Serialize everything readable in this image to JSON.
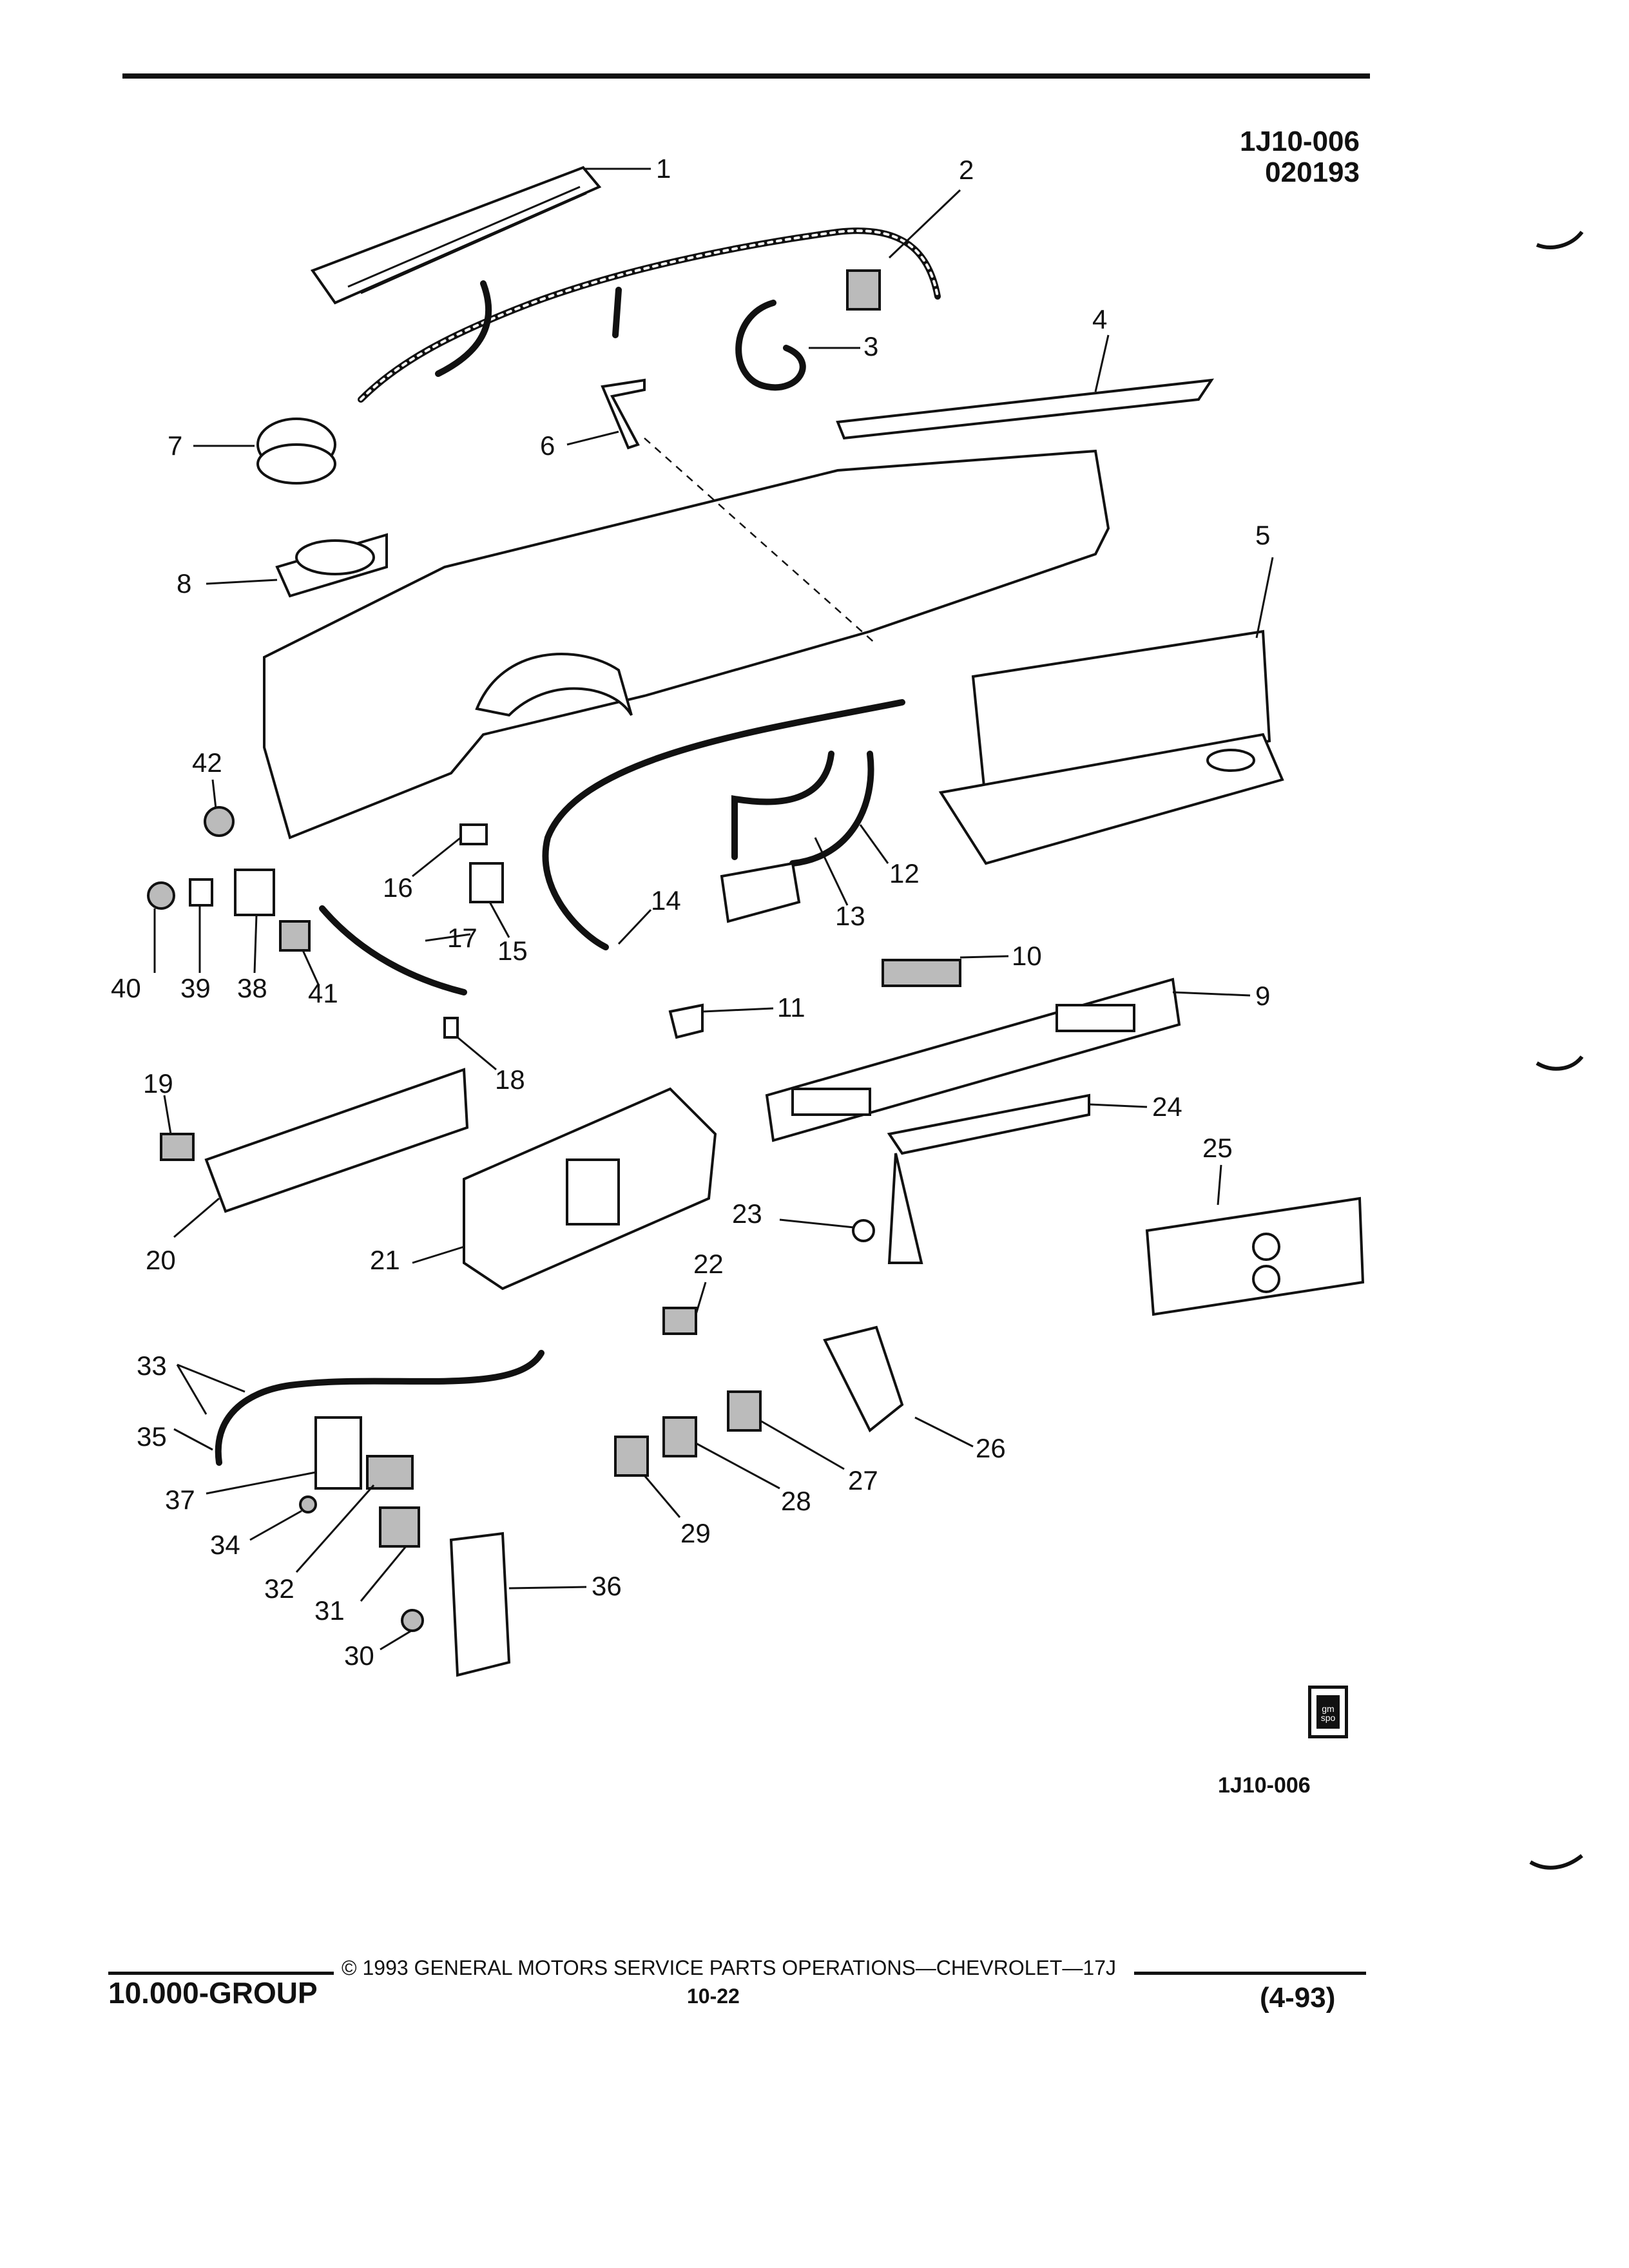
{
  "header": {
    "code_line1": "1J10-006",
    "code_line2": "020193"
  },
  "callouts": [
    "1",
    "2",
    "3",
    "4",
    "5",
    "6",
    "7",
    "8",
    "9",
    "10",
    "11",
    "12",
    "13",
    "14",
    "15",
    "16",
    "17",
    "18",
    "19",
    "20",
    "21",
    "22",
    "23",
    "24",
    "25",
    "26",
    "27",
    "28",
    "29",
    "30",
    "31",
    "32",
    "33",
    "34",
    "35",
    "36",
    "37",
    "38",
    "39",
    "40",
    "41",
    "42"
  ],
  "bottom_ref": "1J10-006",
  "logo": {
    "text": "gm spo"
  },
  "footer": {
    "group": "10.000-GROUP",
    "copyright": "© 1993  GENERAL MOTORS SERVICE PARTS OPERATIONS—CHEVROLET—17J",
    "page": "10-22",
    "date": "(4-93)"
  }
}
